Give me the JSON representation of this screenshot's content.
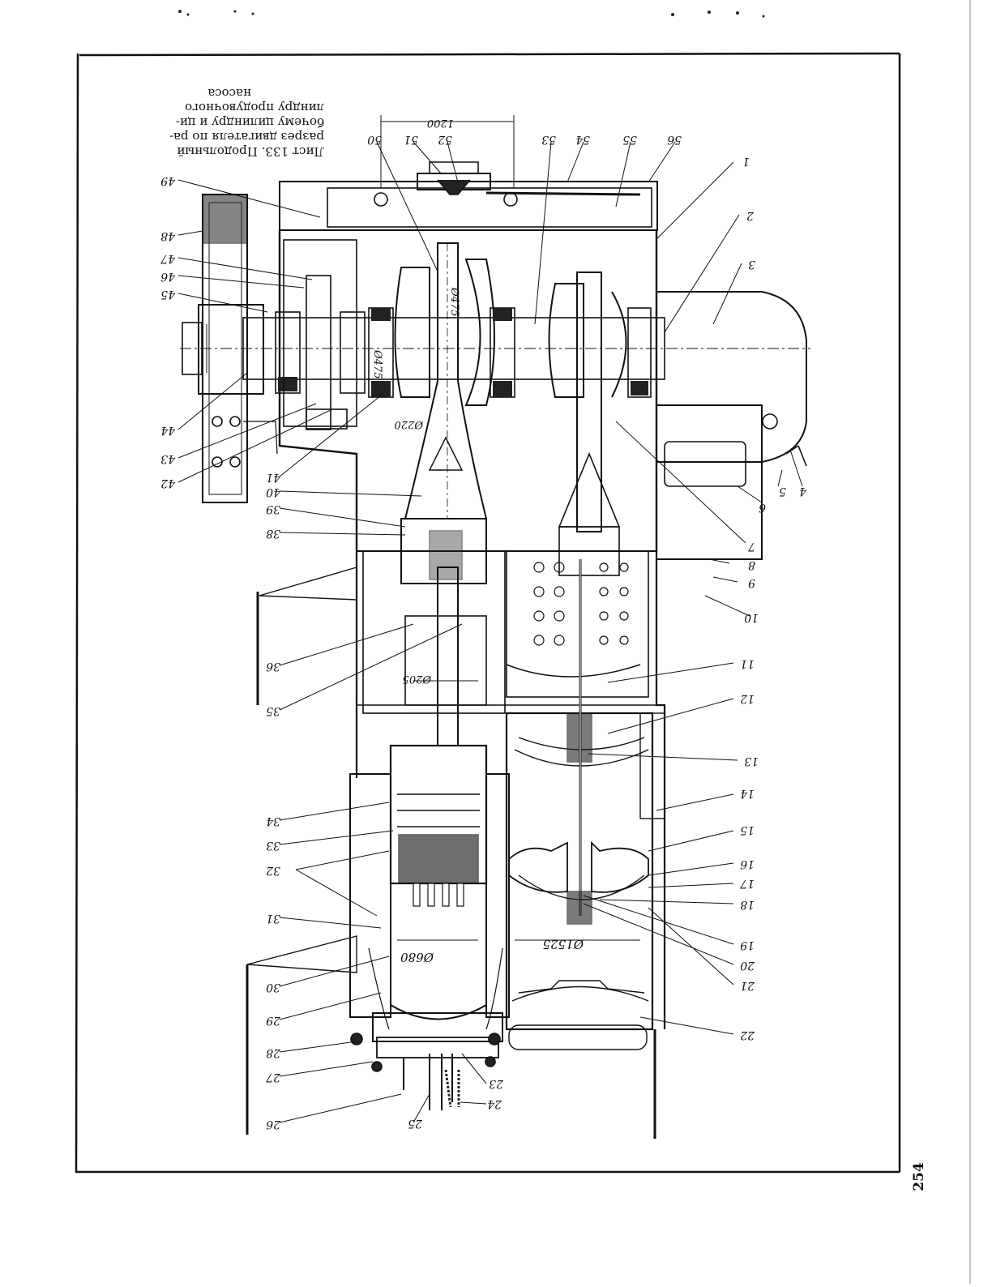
{
  "caption": {
    "lines": [
      "Лист 133. Продольный",
      "разрез двигателя по ра-",
      "бочему цилиндру и ци-",
      "линдру продувочного",
      "насоса"
    ]
  },
  "page_number": "254",
  "dimensions": [
    "1200",
    "Ø475",
    "Ø475",
    "Ø220",
    "Ø205",
    "Ø680",
    "Ø1525"
  ],
  "callouts": {
    "right": [
      "1",
      "2",
      "3",
      "4",
      "5",
      "6",
      "7",
      "8",
      "9",
      "10",
      "11",
      "12",
      "13",
      "14",
      "15",
      "16",
      "17",
      "18",
      "19",
      "20",
      "21",
      "22"
    ],
    "bottom": [
      "23",
      "24",
      "25",
      "26"
    ],
    "left": [
      "27",
      "28",
      "29",
      "30",
      "31",
      "32",
      "33",
      "34",
      "35",
      "36",
      "38",
      "39",
      "40",
      "41",
      "42",
      "43",
      "44",
      "45",
      "46",
      "47",
      "48",
      "49"
    ],
    "top": [
      "50",
      "51",
      "52",
      "53",
      "54",
      "55",
      "56"
    ]
  }
}
